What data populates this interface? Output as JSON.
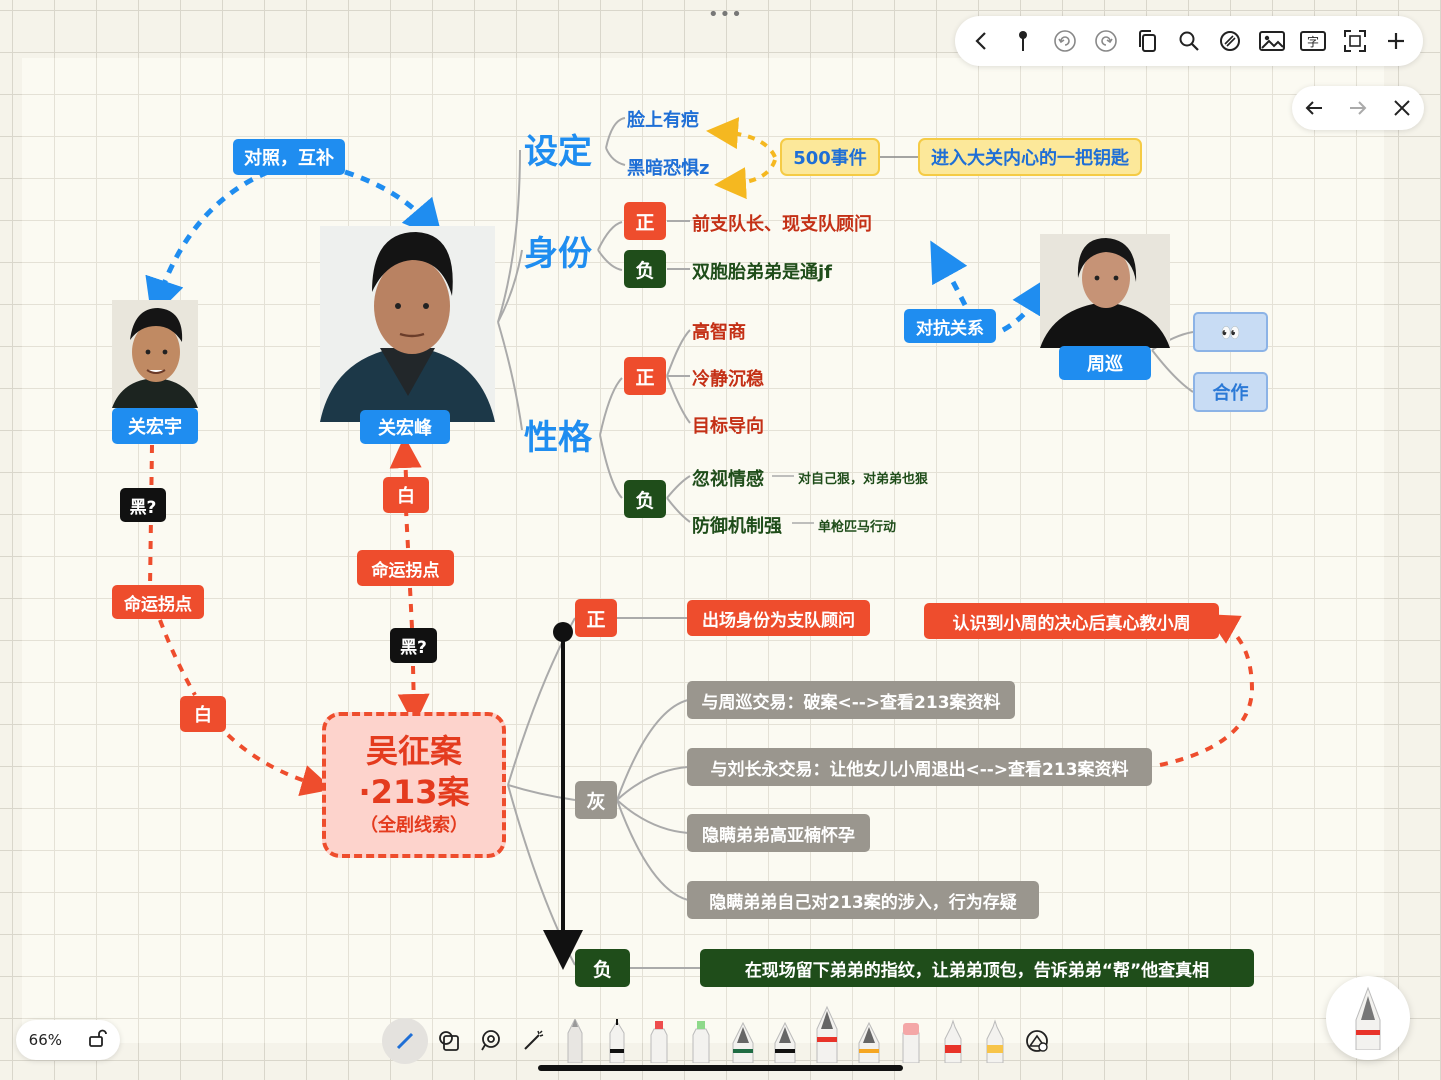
{
  "zoom_level": "66%",
  "colors": {
    "blue": "#1f8df0",
    "red": "#ee4d2d",
    "dark_green": "#1f4d1a",
    "grey": "#9a968e",
    "yellow": "#fce89a"
  },
  "toolbar_icons": [
    "back-icon",
    "marker-pin-icon",
    "undo-icon",
    "redo-icon",
    "copy-icon",
    "search-icon",
    "lasso-icon",
    "image-icon",
    "text-box-icon",
    "screenshot-icon",
    "add-icon"
  ],
  "nav_icons": [
    "arrow-left-icon",
    "arrow-right-icon",
    "close-icon"
  ],
  "left": {
    "compare_label": "对照，互补",
    "guan_hongyu": "关宏宇",
    "guan_hongfeng": "关宏峰",
    "black_q1": "黑?",
    "turning1": "命运拐点",
    "white1": "白",
    "white2": "白",
    "turning2": "命运拐点",
    "black_q2": "黑?"
  },
  "case": {
    "line1": "吴征案",
    "line2": "·213案",
    "line3": "（全剧线索）"
  },
  "setting": {
    "heading": "设定",
    "item1": "脸上有疤",
    "item2": "黑暗恐惧z",
    "event": "500事件",
    "key": "进入大关内心的一把钥匙"
  },
  "identity": {
    "heading": "身份",
    "pos_tag": "正",
    "pos_text": "前支队长、现支队顾问",
    "neg_tag": "负",
    "neg_text": "双胞胎弟弟是通jf"
  },
  "personality": {
    "heading": "性格",
    "pos_tag": "正",
    "pos_items": [
      "高智商",
      "冷静沉稳",
      "目标导向"
    ],
    "neg_tag": "负",
    "neg1": "忽视情感",
    "neg1_note": "对自己狠，对弟弟也狠",
    "neg2": "防御机制强",
    "neg2_note": "单枪匹马行动"
  },
  "zhou": {
    "rival": "对抗关系",
    "name": "周巡",
    "eyes": "👀",
    "coop": "合作"
  },
  "plot": {
    "pos_tag": "正",
    "pos_text": "出场身份为支队顾问",
    "pos_note": "认识到小周的决心后真心教小周",
    "grey_tag": "灰",
    "grey_items": [
      "与周巡交易：破案<-->查看213案资料",
      "与刘长永交易：让他女儿小周退出<-->查看213案资料",
      "隐瞒弟弟高亚楠怀孕",
      "隐瞒弟弟自己对213案的涉入，行为存疑"
    ],
    "neg_tag": "负",
    "neg_text": "在现场留下弟弟的指纹，让弟弟顶包，告诉弟弟“帮”他查真相"
  },
  "bottom_tools": [
    "pen-tool-icon",
    "shapes-icon",
    "lasso-select-icon",
    "laser-icon",
    "pencil-icon",
    "fine-pen-icon",
    "highlighter-red-icon",
    "highlighter-green-icon",
    "fountain-pen-green-icon",
    "fountain-pen-black-icon",
    "fountain-pen-red-icon",
    "fountain-pen-orange-icon",
    "eraser-icon",
    "marker-red-icon",
    "marker-yellow-icon",
    "color-picker-icon"
  ]
}
